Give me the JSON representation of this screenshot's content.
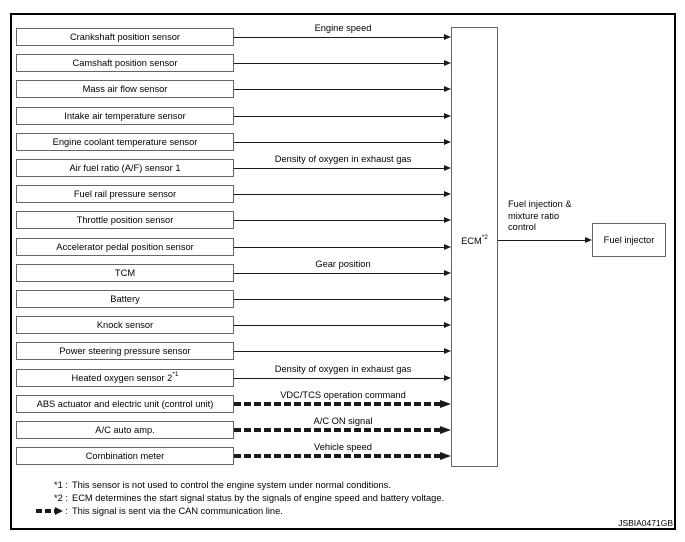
{
  "diagram": {
    "sensor_rows": [
      {
        "label": "Crankshaft position sensor",
        "signal": "Engine speed",
        "dashed": false
      },
      {
        "label": "Camshaft position sensor",
        "signal": "",
        "dashed": false
      },
      {
        "label": "Mass air flow sensor",
        "signal": "",
        "dashed": false
      },
      {
        "label": "Intake air temperature sensor",
        "signal": "",
        "dashed": false
      },
      {
        "label": "Engine coolant temperature sensor",
        "signal": "",
        "dashed": false
      },
      {
        "label": "Air fuel ratio (A/F) sensor 1",
        "signal": "Density of oxygen in exhaust gas",
        "dashed": false
      },
      {
        "label": "Fuel rail pressure sensor",
        "signal": "",
        "dashed": false
      },
      {
        "label": "Throttle position sensor",
        "signal": "",
        "dashed": false
      },
      {
        "label": "Accelerator pedal position sensor",
        "signal": "",
        "dashed": false
      },
      {
        "label": "TCM",
        "signal": "Gear position",
        "dashed": false
      },
      {
        "label": "Battery",
        "signal": "",
        "dashed": false
      },
      {
        "label": "Knock sensor",
        "signal": "",
        "dashed": false
      },
      {
        "label": "Power steering pressure sensor",
        "signal": "",
        "dashed": false
      },
      {
        "label": "Heated oxygen sensor 2",
        "sup": "*1",
        "signal": "Density of oxygen in exhaust gas",
        "dashed": false
      },
      {
        "label": "ABS actuator and electric unit (control unit)",
        "signal": "VDC/TCS operation command",
        "dashed": true
      },
      {
        "label": "A/C auto amp.",
        "signal": "A/C ON signal",
        "dashed": true
      },
      {
        "label": "Combination meter",
        "signal": "Vehicle speed",
        "dashed": true
      }
    ],
    "ecm": {
      "label": "ECM",
      "sup": "*2"
    },
    "output": {
      "label": "Fuel injection &\nmixture ratio\ncontrol",
      "target": "Fuel injector"
    },
    "footnotes": [
      {
        "marker": "*1 :",
        "text": "This sensor is not used to control the engine system under normal conditions."
      },
      {
        "marker": "*2 :",
        "text": "ECM determines the start signal status by the signals of engine speed and battery voltage."
      },
      {
        "icon": "can-dashed-arrow",
        "marker": ":",
        "text": "This signal is sent via the CAN communication line."
      }
    ],
    "figure_code": "JSBIA0471GB",
    "colors": {
      "line": "#1a1a1a",
      "box_border": "#666666",
      "frame": "#000000",
      "background": "#ffffff"
    }
  }
}
